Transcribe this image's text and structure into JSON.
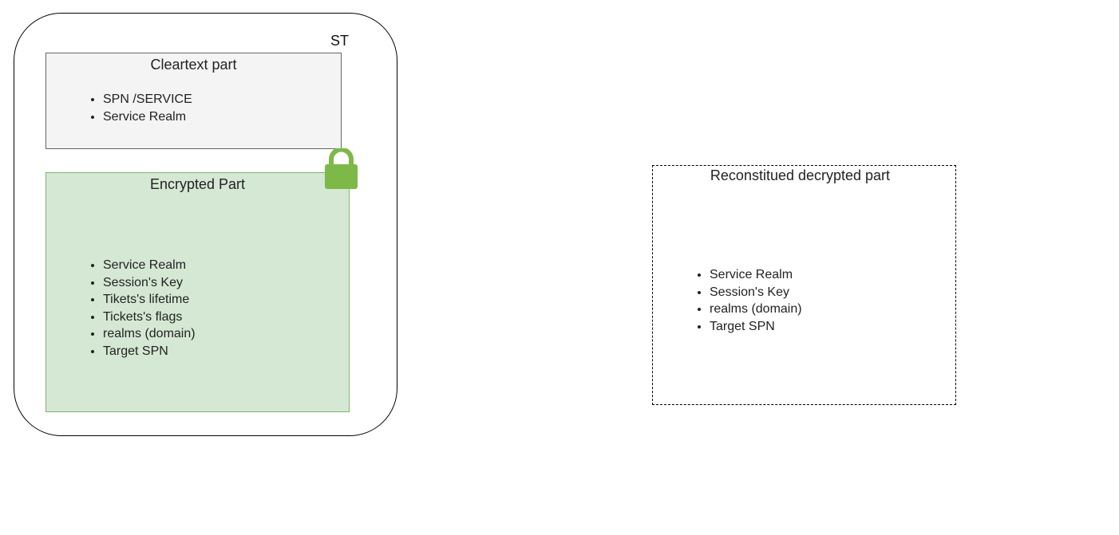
{
  "st_box": {
    "label": "ST"
  },
  "cleartext_part": {
    "title": "Cleartext part",
    "items": [
      "SPN /SERVICE",
      "Service Realm"
    ]
  },
  "encrypted_part": {
    "title": "Encrypted Part",
    "items": [
      "Service Realm",
      "Session's Key",
      "Tikets's lifetime",
      "Tickets's flags",
      "realms (domain)",
      "Target SPN"
    ]
  },
  "reconstituted_part": {
    "title": "Reconstitued decrypted part",
    "items": [
      "Service Realm",
      "Session's Key",
      "realms (domain)",
      "Target SPN"
    ]
  },
  "colors": {
    "lock": "#7db946",
    "encrypted_fill": "#d5e8d4",
    "encrypted_border": "#82b366",
    "cleartext_fill": "#f4f4f4"
  }
}
